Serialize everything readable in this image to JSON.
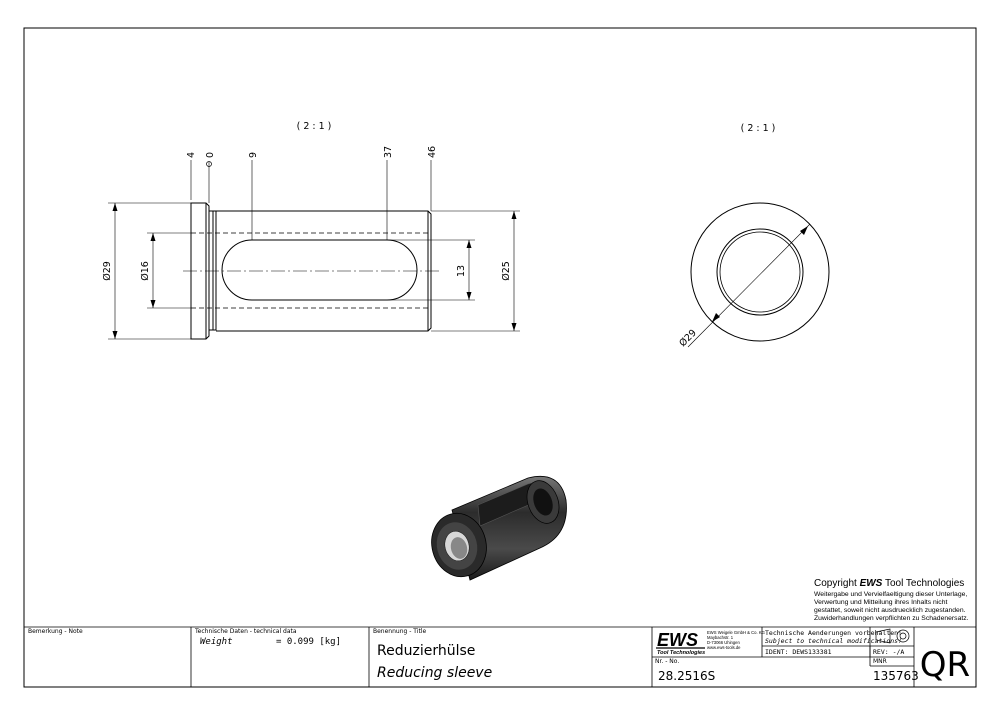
{
  "views": {
    "front_scale": "( 2 : 1 )",
    "side_scale": "( 2 : 1 )"
  },
  "dims": {
    "top": [
      "4",
      "0",
      "9",
      "37",
      "46"
    ],
    "d_flange": "Ø29",
    "d_bore": "Ø16",
    "slot_width": "13",
    "d_body": "Ø25",
    "d_side": "Ø29"
  },
  "copyright": {
    "title_prefix": "Copyright ",
    "title_brand": "EWS",
    "title_suffix": " Tool Technologies",
    "lines": [
      "Weitergabe und Vervielfaeltigung dieser Unterlage,",
      "Verwertung und Mitteilung ihres Inhalts nicht",
      "gestattet, soweit nicht ausdruecklich zugestanden.",
      "Zuwiderhandlungen verpflichten zu Schadenersatz."
    ]
  },
  "titleblock": {
    "remark_label": "Bemerkung - Note",
    "techdata_label": "Technische Daten - technical data",
    "weight_label": "Weight",
    "weight_value": "= 0.099 [kg]",
    "name_label": "Benennung - Title",
    "name_de": "Reduzierhülse",
    "name_en": "Reducing sleeve",
    "logo": "EWS",
    "logo_sub": "Tool Technologies",
    "company_lines": [
      "EWS Weigele GmbH & Co. KG",
      "Maybachstr. 1",
      "D-73066 Uhingen",
      "www.ews-tools.de"
    ],
    "change_de": "Technische Aenderungen vorbehalten!",
    "change_en": "Subject to technical modifications!",
    "ident": "IDENT: DEWS133381",
    "rev": "REV: -/A",
    "nr_label": "Nr. - No.",
    "nr_value": "28.2516S",
    "mnr_label": "MNR",
    "mnr_value": "135763",
    "qr": "QR"
  }
}
